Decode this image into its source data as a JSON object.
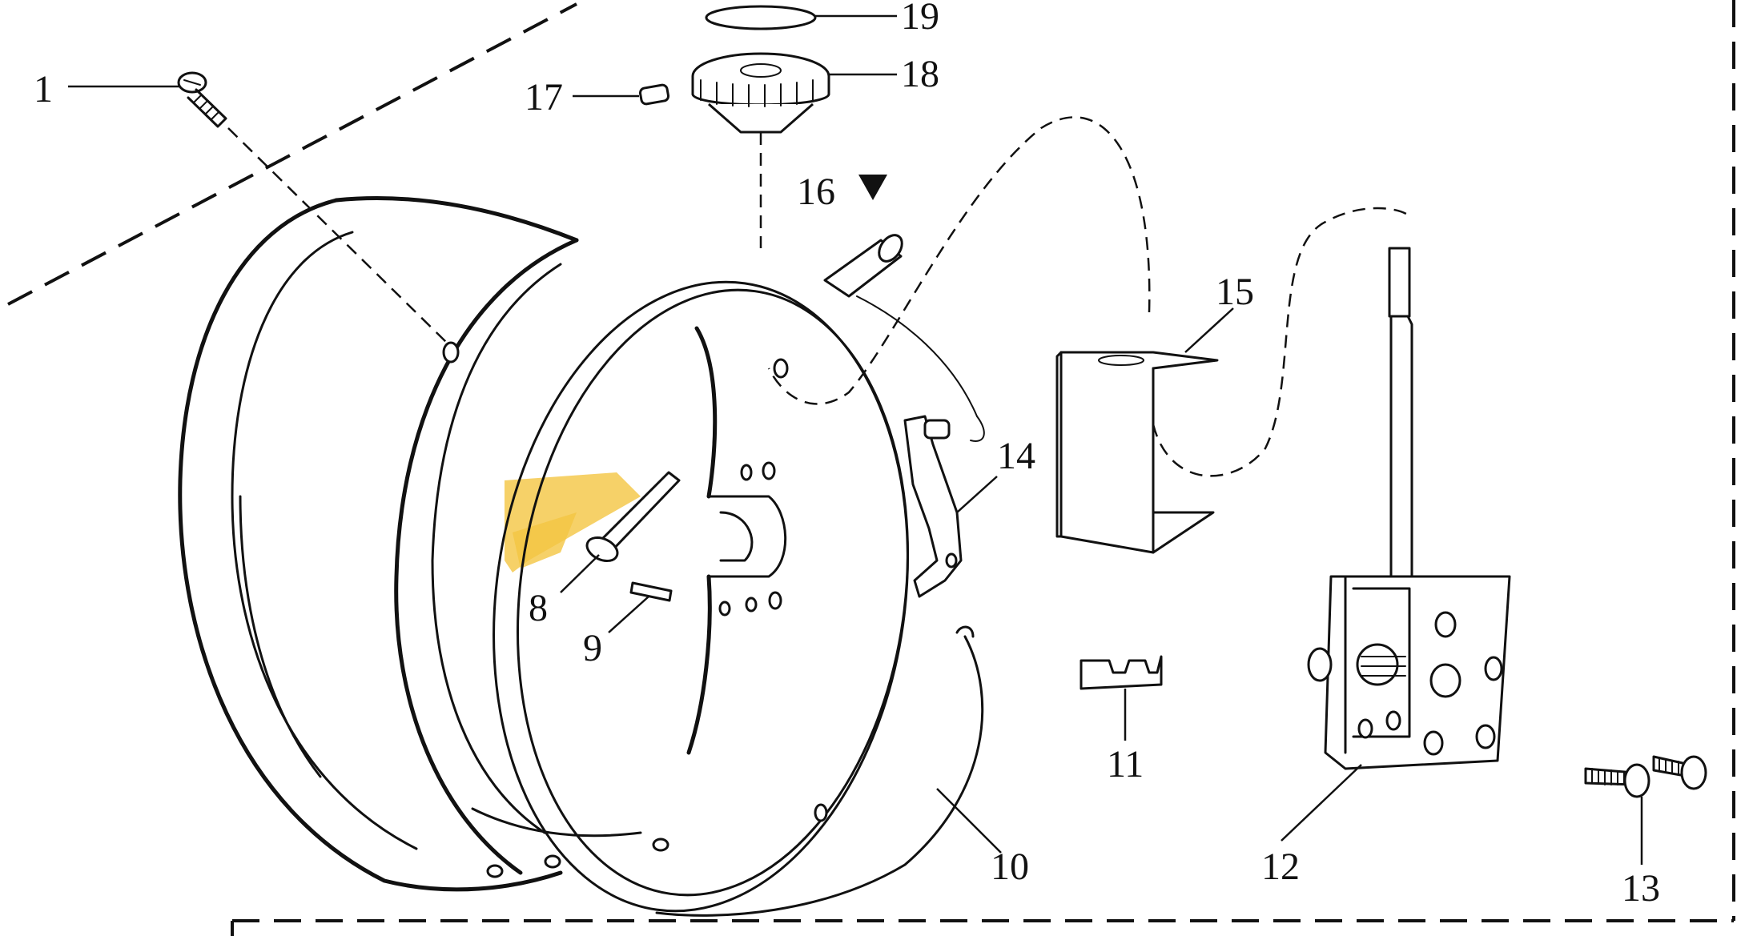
{
  "callouts": [
    {
      "id": "1",
      "text": "1"
    },
    {
      "id": "8",
      "text": "8"
    },
    {
      "id": "9",
      "text": "9"
    },
    {
      "id": "10",
      "text": "10"
    },
    {
      "id": "11",
      "text": "11"
    },
    {
      "id": "12",
      "text": "12"
    },
    {
      "id": "13",
      "text": "13"
    },
    {
      "id": "14",
      "text": "14"
    },
    {
      "id": "15",
      "text": "15"
    },
    {
      "id": "16",
      "text": "16"
    },
    {
      "id": "17",
      "text": "17"
    },
    {
      "id": "18",
      "text": "18"
    },
    {
      "id": "19",
      "text": "19"
    }
  ],
  "highlight_color": "#f4c542",
  "marker_icon": "down-triangle-icon"
}
